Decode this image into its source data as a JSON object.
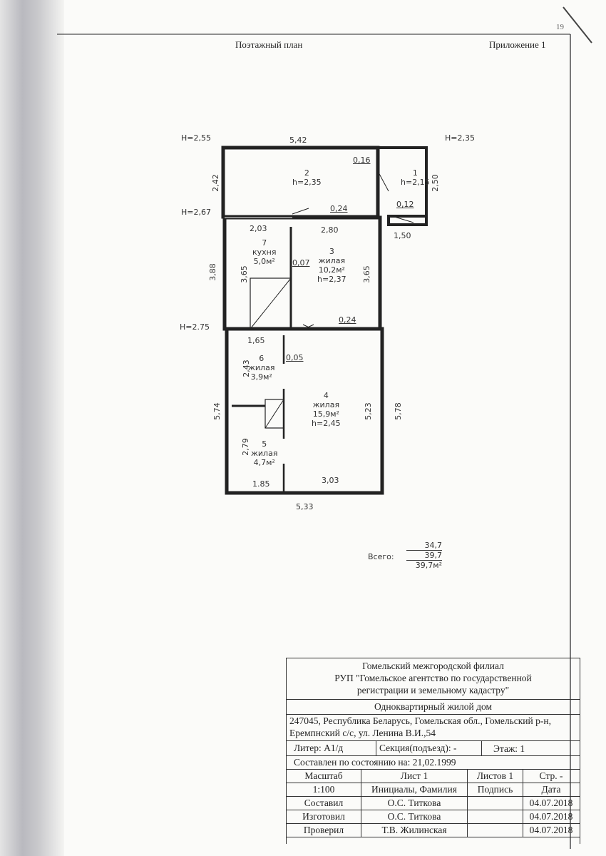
{
  "header": {
    "left": "Поэтажный план",
    "right": "Приложение 1",
    "page_mark": "19"
  },
  "heights": {
    "h1": "H=2,55",
    "h2": "H=2,35",
    "h3": "H=2,67",
    "h4": "H=2.75"
  },
  "dims": {
    "top": "5,42",
    "left_upper": "2,42",
    "vest_right": "2,50",
    "vest_bottom": "1,50",
    "d016": "0,16",
    "d012": "0,12",
    "d024a": "0,24",
    "d024b": "0,24",
    "d203": "2,03",
    "d280": "2,80",
    "d388": "3,88",
    "d365a": "3,65",
    "d365b": "3,65",
    "d007": "0,07",
    "d165": "1,65",
    "d005": "0,05",
    "d243": "2,43",
    "d574": "5,74",
    "d523": "5,23",
    "d578": "5,78",
    "d279": "2,79",
    "d185": "1.85",
    "d303": "3,03",
    "bottom": "5,33"
  },
  "rooms": [
    {
      "num": "1",
      "h": "h=2,15"
    },
    {
      "num": "2",
      "h": "h=2,35"
    },
    {
      "num": "3",
      "type": "жилая",
      "area": "10,2м²",
      "h": "h=2,37"
    },
    {
      "num": "4",
      "type": "жилая",
      "area": "15,9м²",
      "h": "h=2,45"
    },
    {
      "num": "5",
      "type": "жилая",
      "area": "4,7м²"
    },
    {
      "num": "6",
      "type": "жилая",
      "area": "3,9м²"
    },
    {
      "num": "7",
      "type": "кухня",
      "area": "5,0м²"
    }
  ],
  "total": {
    "label": "Всего:",
    "a": "34,7",
    "b": "39,7",
    "c": "39,7м²"
  },
  "title_block": {
    "org1": "Гомельский межгородской филиал",
    "org2": "РУП \"Гомельское агентство по государственной",
    "org3": "регистрации и земельному кадастру\"",
    "object": "Одноквартирный жилой дом",
    "addr1": "247045, Республика Беларусь, Гомельская обл., Гомельский р-н,",
    "addr2": "Еремпнский  с/с, ул. Ленина В.И.,54",
    "liter": "Литер: А1/д",
    "section": "Секция(подъезд): -",
    "floor": "Этаж: 1",
    "state": "Составлен по состоянию на: 21,02.1999",
    "rows": [
      [
        "Масштаб",
        "Лист  1",
        "Листов 1",
        "Стр. -"
      ],
      [
        "1:100",
        "Инициалы, Фамилия",
        "Подпись",
        "Дата"
      ],
      [
        "Составил",
        "О.С. Титкова",
        "",
        "04.07.2018"
      ],
      [
        "Изготовил",
        "О.С. Титкова",
        "",
        "04.07.2018"
      ],
      [
        "Проверил",
        "Т.В. Жилинская",
        "",
        "04.07.2018"
      ]
    ]
  }
}
